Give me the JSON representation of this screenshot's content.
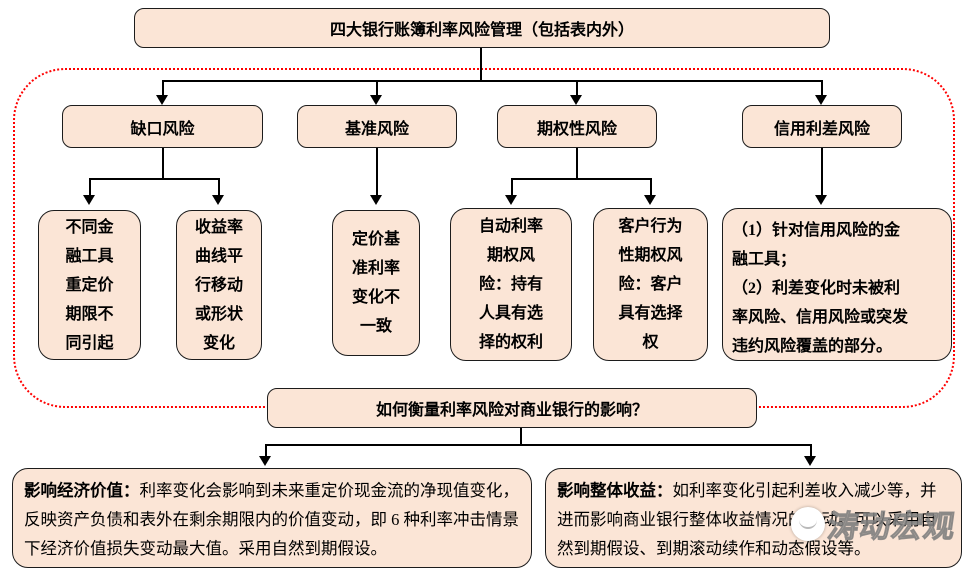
{
  "palette": {
    "box_fill": "#fbe5d6",
    "box_border": "#1c1c1c",
    "frame_border": "#ff0000",
    "connector": "#000000",
    "watermark_gray": "#969696"
  },
  "diagram": {
    "root_label": "四大银行账簿利率风险管理（包括表内外）",
    "categories": [
      {
        "label": "缺口风险"
      },
      {
        "label": "基准风险"
      },
      {
        "label": "期权性风险"
      },
      {
        "label": "信用利差风险"
      }
    ],
    "details": [
      {
        "text": "不同金\n融工具\n重定价\n期限不\n同引起"
      },
      {
        "text": "收益率\n曲线平\n行移动\n或形状\n变化"
      },
      {
        "text": "定价基\n准利率\n变化不\n一致"
      },
      {
        "text": "自动利率\n期权风\n险：持有\n人具有选\n择的权利"
      },
      {
        "text": "客户行为\n性期权风\n险：客户\n具有选择\n权"
      },
      {
        "text": "（1）针对信用风险的金\n融工具；\n（2）利差变化时未被利\n率风险、信用风险或突发\n违约风险覆盖的部分。"
      }
    ],
    "question_label": "如何衡量利率风险对商业银行的影响？",
    "impacts": [
      {
        "lead": "影响经济价值：",
        "body": "利率变化会影响到未来重定价现金流的净现值变化，反映资产负债和表外在剩余期限内的价值变动，即 6 种利率冲击情景下经济价值损失变动最大值。采用自然到期假设。"
      },
      {
        "lead": "影响整体收益：",
        "body": "如利率变化引起利差收入减少等，并进而影响商业银行整体收益情况的变动。可以采用自然到期假设、到期滚动续作和动态假设等。"
      }
    ],
    "watermark_text": "涛动宏观"
  }
}
